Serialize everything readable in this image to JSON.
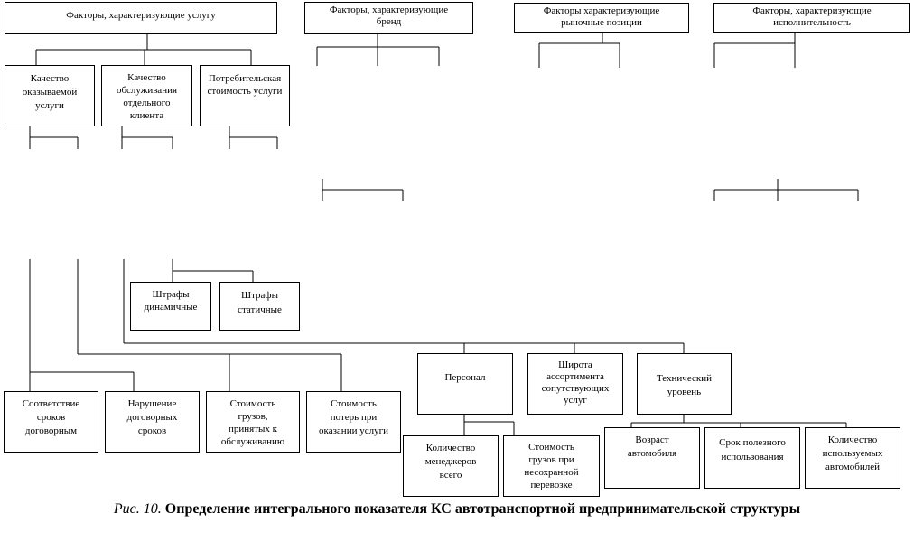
{
  "diagram": {
    "nodes": {
      "factors_service": "Факторы, характеризующие услугу",
      "factors_brand": "Факторы, характеризующие\nбренд",
      "factors_market": "Факторы характеризующие\nрыночные позиции",
      "factors_performer": "Факторы, характеризующие\nисполнительность",
      "quality_service": "Качество\nоказываемой\nуслуги",
      "quality_client": "Качество\nобслуживания\nотдельного\nклиента",
      "consumer_cost": "Потребительская\nстоимость услуги",
      "fines_dynamic": "Штрафы\nдинамичные",
      "fines_static": "Штрафы\nстатичные",
      "deadline_compliance": "Соответствие\nсроков\nдоговорным",
      "contract_violation": "Нарушение\nдоговорных\nсроков",
      "cargo_value_accepted": "Стоимость\nгрузов,\nпринятых к\nобслуживанию",
      "loss_cost": "Стоимость\nпотерь при\nоказании услуги",
      "personnel": "Персонал",
      "assortment_breadth": "Широта\nассортимента\nсопутствующих\nуслуг",
      "technical_level": "Технический\nуровень",
      "managers_total": "Количество\nменеджеров\nвсего",
      "cargo_value_unsafe": "Стоимость\nгрузов при\nнесохранной\nперевозке",
      "vehicle_age": "Возраст\nавтомобиля",
      "useful_life": "Срок полезного\nиспользования",
      "vehicles_count": "Количество\nиспользуемых\nавтомобилей"
    },
    "caption": {
      "figure": "Рис. 10.",
      "title": " Определение интегрального показателя КС автотранспортной предпринимательской структуры"
    },
    "colors": {
      "line": "#000000",
      "box_fill": "#ffffff"
    }
  }
}
